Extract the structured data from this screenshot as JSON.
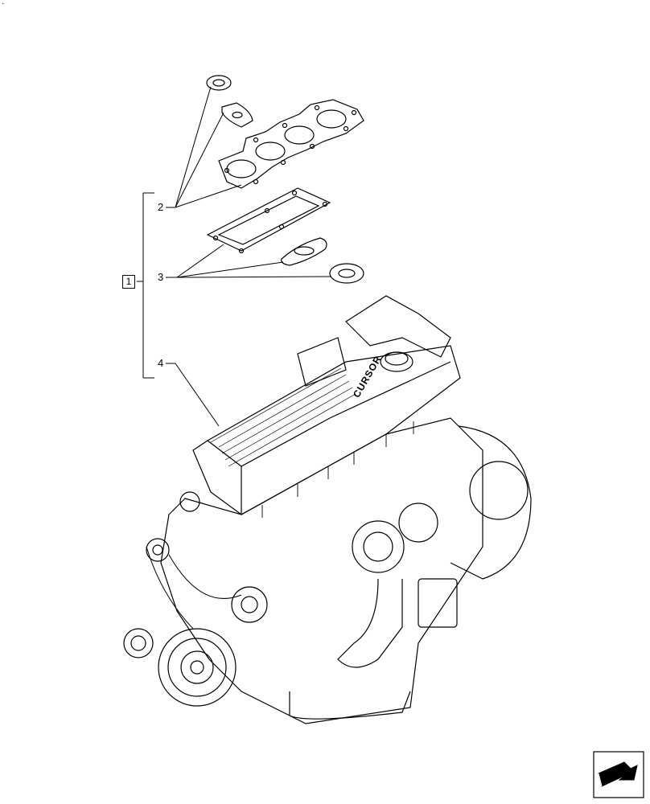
{
  "callouts": {
    "assembly": "1",
    "gasket_set_upper": "2",
    "gasket_set_lower": "3",
    "engine": "4"
  },
  "engine_brand_text": "CURSOR",
  "top_marker": "·",
  "icons": {
    "nav": "next-page-arrow-icon"
  }
}
